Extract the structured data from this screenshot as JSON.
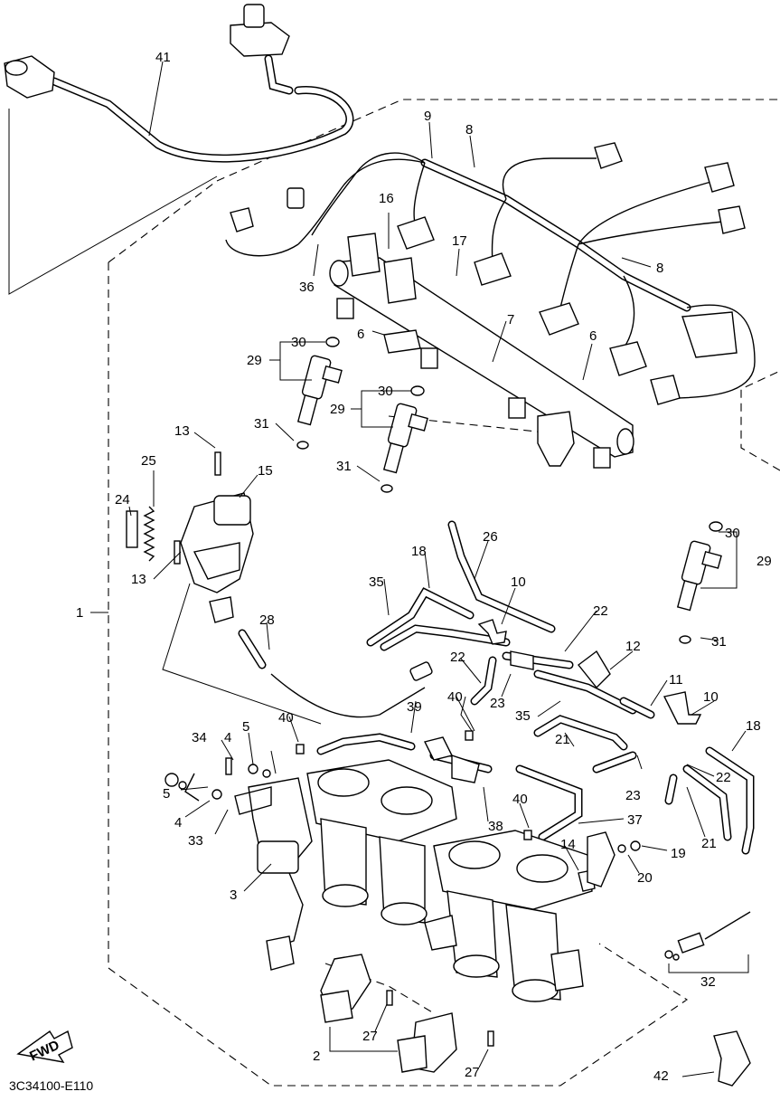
{
  "diagram": {
    "code": "3C34100-E110",
    "fwd_label": "FWD",
    "callouts": [
      "1",
      "2",
      "3",
      "4",
      "5",
      "6",
      "7",
      "8",
      "9",
      "10",
      "11",
      "12",
      "13",
      "14",
      "15",
      "16",
      "17",
      "18",
      "19",
      "20",
      "21",
      "22",
      "23",
      "24",
      "25",
      "26",
      "27",
      "28",
      "29",
      "30",
      "31",
      "32",
      "33",
      "34",
      "35",
      "36",
      "37",
      "38",
      "39",
      "40",
      "41",
      "42"
    ]
  }
}
